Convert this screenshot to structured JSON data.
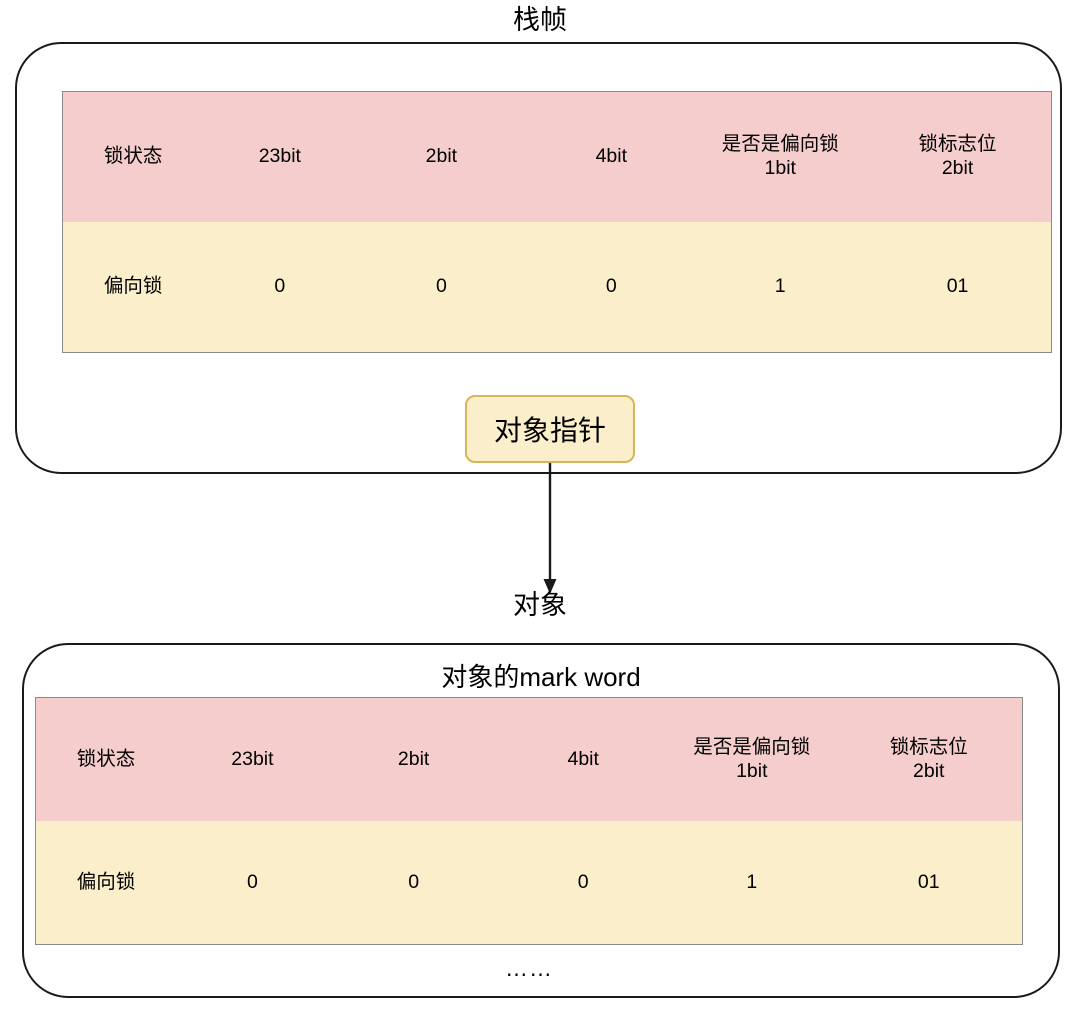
{
  "diagram": {
    "title_stack_frame": "栈帧",
    "title_object": "对象",
    "title_mark_word": "对象的mark word",
    "pointer_label": "对象指针",
    "ellipsis": "……",
    "colors": {
      "header_fill": "#f5cdcd",
      "data_fill": "#fbeecb",
      "pointer_border": "#d6b656",
      "container_border": "#1a1a1a",
      "table_border": "#8a8a8a",
      "arrow": "#1a1a1a"
    },
    "mark_word_table": {
      "headers": [
        "锁状态",
        "23bit",
        "2bit",
        "4bit",
        "是否是偏向锁\n1bit",
        "锁标志位\n2bit"
      ],
      "rows": [
        [
          "偏向锁",
          "0",
          "0",
          "0",
          "1",
          "01"
        ]
      ]
    }
  }
}
